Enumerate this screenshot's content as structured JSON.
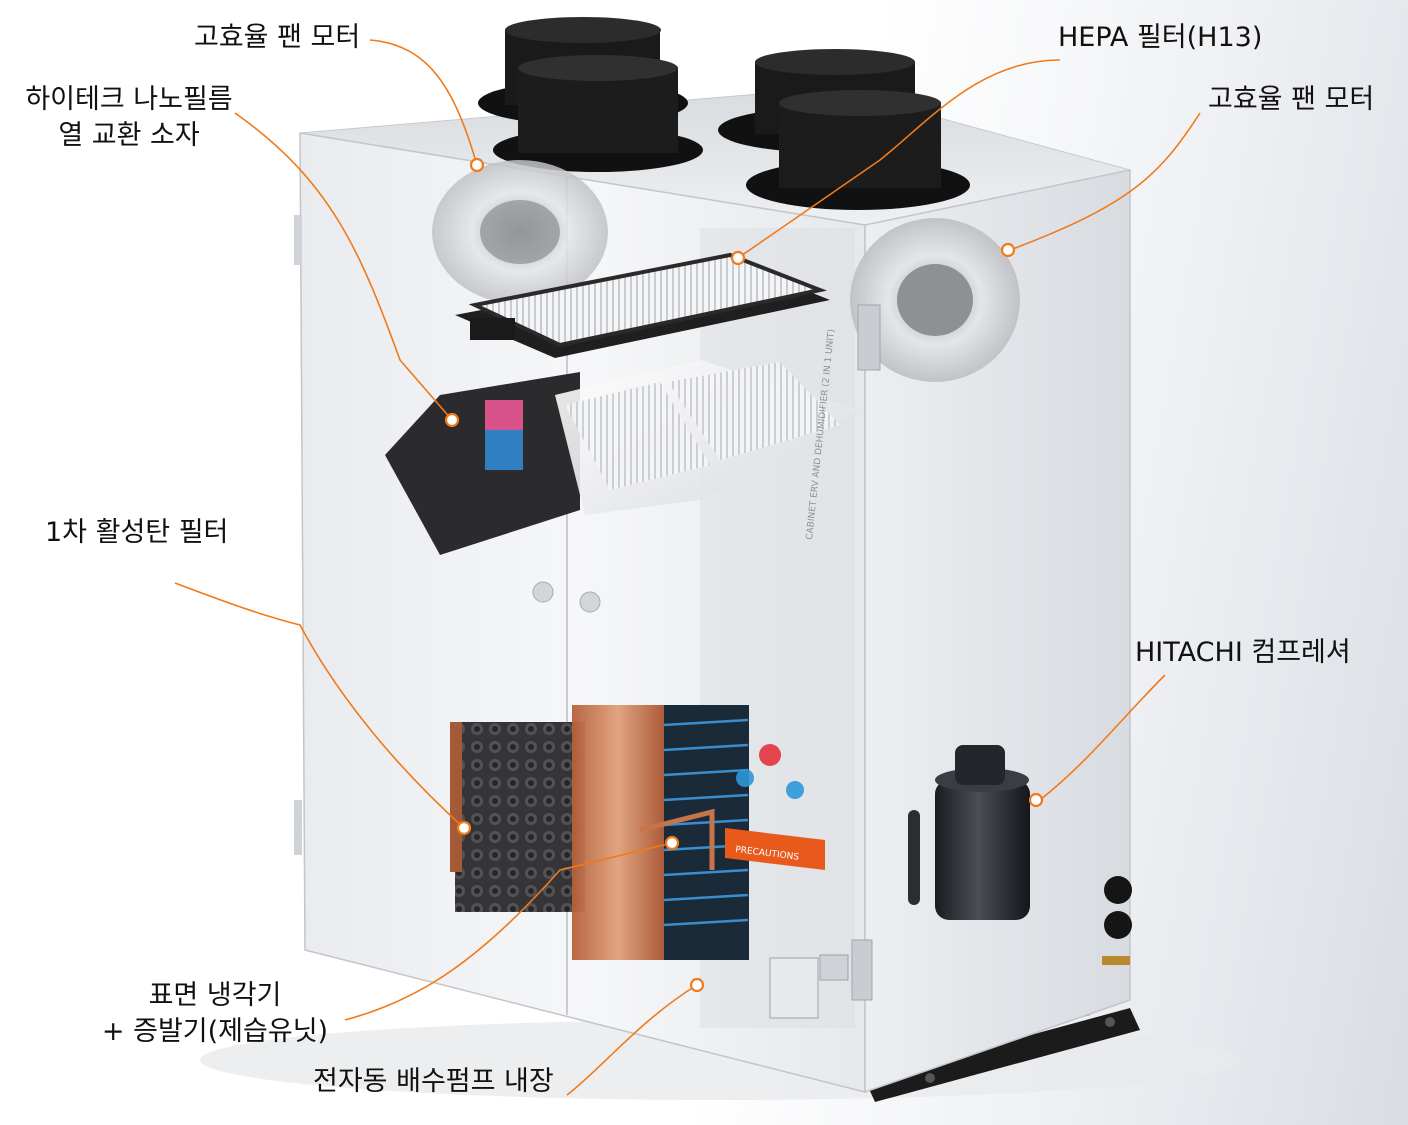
{
  "callouts": {
    "fan_motor_left": {
      "label": "고효율 팬 모터"
    },
    "heat_exchanger": {
      "line1": "하이테크 나노필름",
      "line2": "열 교환 소자"
    },
    "hepa_filter": {
      "label": "HEPA 필터(H13)"
    },
    "fan_motor_right": {
      "label": "고효율 팬 모터"
    },
    "carbon_filter": {
      "label": "1차 활성탄 필터"
    },
    "compressor": {
      "label": "HITACHI 컴프레셔"
    },
    "evaporator": {
      "line1": "표면 냉각기",
      "line2": "+ 증발기(제습유닛)"
    },
    "drain_pump": {
      "label": "전자동 배수펌프 내장"
    }
  },
  "product_markings": {
    "side_panel_text": "CABINET ERV AND DEHUMIDIFIER (2 IN 1 UNIT)",
    "precautions_label": "PRECAUTIONS"
  },
  "colors": {
    "leader_line": "#f07a1a",
    "cabinet": "#f2f3f5",
    "duct": "#161616",
    "copper": "#c8744a"
  }
}
